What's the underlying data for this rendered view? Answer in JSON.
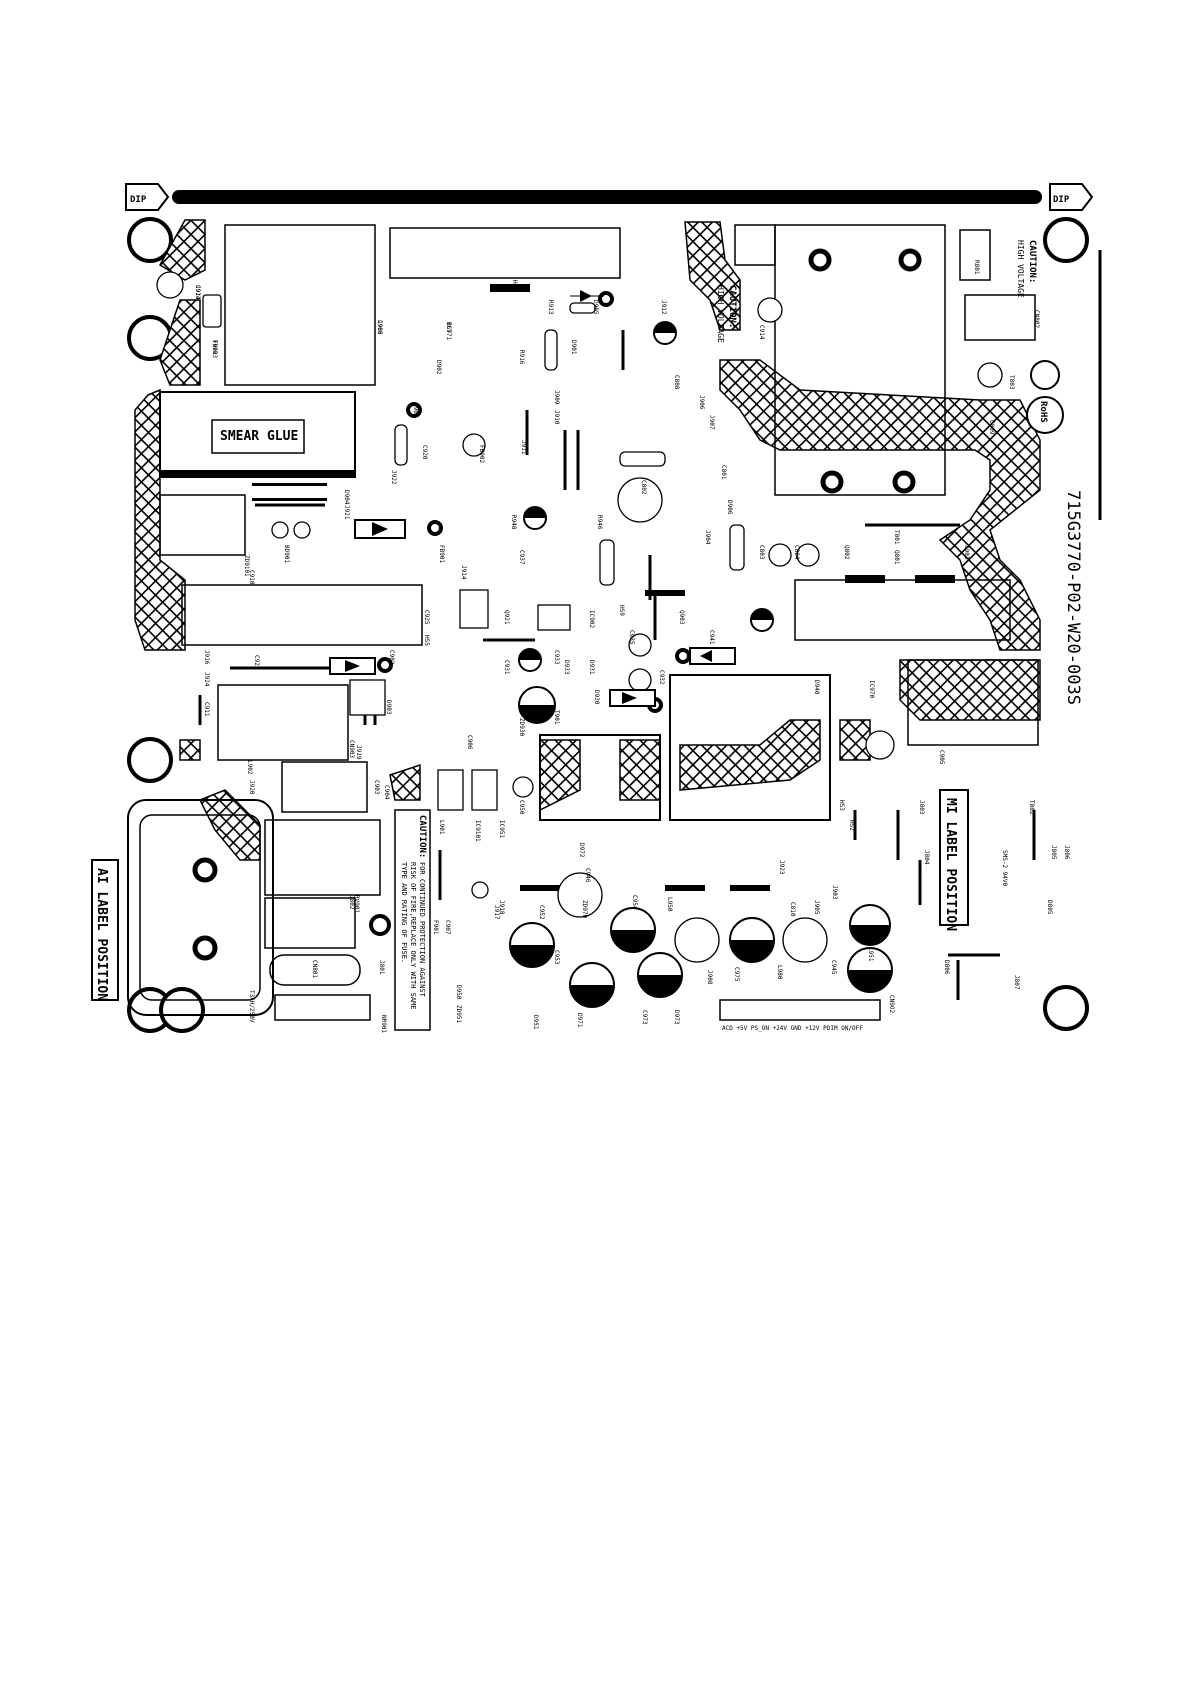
{
  "board": {
    "part_number": "715G3770-P02-W20-003S",
    "rohs": "RoHS",
    "dip_label": "DIP",
    "smear_glue": "SMEAR GLUE",
    "ai_label": "AI LABEL POSITION",
    "mi_label": "MI LABEL POSITION",
    "caution_hv_title": "CAUTION:",
    "caution_hv_text": "HIGH VOLTAGE",
    "caution_fuse_title": "CAUTION:",
    "caution_fuse_line1": "FOR CONTINUED PROTECTION AGAINST",
    "caution_fuse_line2": "RISK OF FIRE,REPLACE ONLY WITH SAME",
    "caution_fuse_line3": "TYPE AND RATING OF FUSE.",
    "connector_pins": "ACD +5V PS_ON +24V  GND  +12V PDIM ON/OFF",
    "fuse_rating": "T3AH/250V",
    "ul_mark": "SMS-2 94V0",
    "cn_label": "CN9O2"
  },
  "components": [
    "C924",
    "FB903",
    "L906",
    "HS7",
    "D902",
    "D907",
    "HS8",
    "R913",
    "D905",
    "D901",
    "R916",
    "J909",
    "J910",
    "J911",
    "J912",
    "C914",
    "C808",
    "J906",
    "J907",
    "C801",
    "C802",
    "R801",
    "CN802",
    "T803",
    "C809",
    "T801",
    "J901",
    "Q801",
    "Q802",
    "C804",
    "C803",
    "J904",
    "D906",
    "R946",
    "R948",
    "C937",
    "J914",
    "ZD9101",
    "C910",
    "BD901",
    "FB901",
    "D904",
    "J921",
    "J922",
    "C920",
    "FB902",
    "C925",
    "HS5",
    "J916",
    "C922",
    "J924",
    "C911",
    "C902",
    "D903",
    "CN903",
    "J919",
    "J920",
    "L902",
    "C903",
    "C904",
    "L901",
    "IC9101",
    "IC951",
    "C950",
    "C906",
    "ZD930",
    "C931",
    "C933",
    "D931",
    "D930",
    "T901",
    "C932",
    "D933",
    "Q921",
    "IC902",
    "HS9",
    "Q903",
    "C935",
    "C941",
    "D940",
    "IC970",
    "C905",
    "T802",
    "J803",
    "J804",
    "J805",
    "J806",
    "D805",
    "D806",
    "J807",
    "J802",
    "J801",
    "CN801",
    "NR901",
    "RV901",
    "F901",
    "C907",
    "J917",
    "J918",
    "C952",
    "C953",
    "D950",
    "ZD951",
    "D951",
    "D971",
    "ZD970",
    "C954",
    "L950",
    "C973",
    "D973",
    "J908",
    "C975",
    "L980",
    "J905",
    "C945",
    "L951",
    "J903",
    "C810",
    "C946",
    "J923",
    "D972",
    "HS2",
    "HS3",
    "J913",
    "T902",
    "J902",
    "IC971"
  ]
}
